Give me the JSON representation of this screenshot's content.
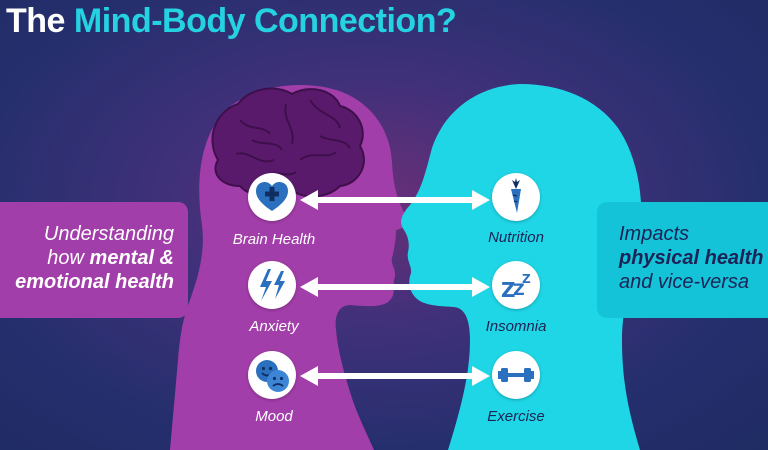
{
  "title": {
    "part1": "The ",
    "part2": "Mind-Body Connection?"
  },
  "left_panel": {
    "line1": "Understanding",
    "line2a": "how ",
    "line2b": "mental &",
    "line3": "emotional health"
  },
  "right_panel": {
    "line1": "Impacts",
    "line2": "physical health",
    "line3": "and vice-versa"
  },
  "mind_items": [
    {
      "label": "Brain Health",
      "icon": "heart-plus-icon"
    },
    {
      "label": "Anxiety",
      "icon": "lightning-icon"
    },
    {
      "label": "Mood",
      "icon": "faces-icon"
    }
  ],
  "body_items": [
    {
      "label": "Nutrition",
      "icon": "carrot-icon"
    },
    {
      "label": "Insomnia",
      "icon": "zzz-icon"
    },
    {
      "label": "Exercise",
      "icon": "dumbbell-icon"
    }
  ],
  "colors": {
    "mind_head": "#a23ea9",
    "body_head": "#1fd6e6",
    "title_accent": "#25d2e2",
    "icon_blue": "#2b6fbf",
    "right_text": "#1c2356"
  }
}
